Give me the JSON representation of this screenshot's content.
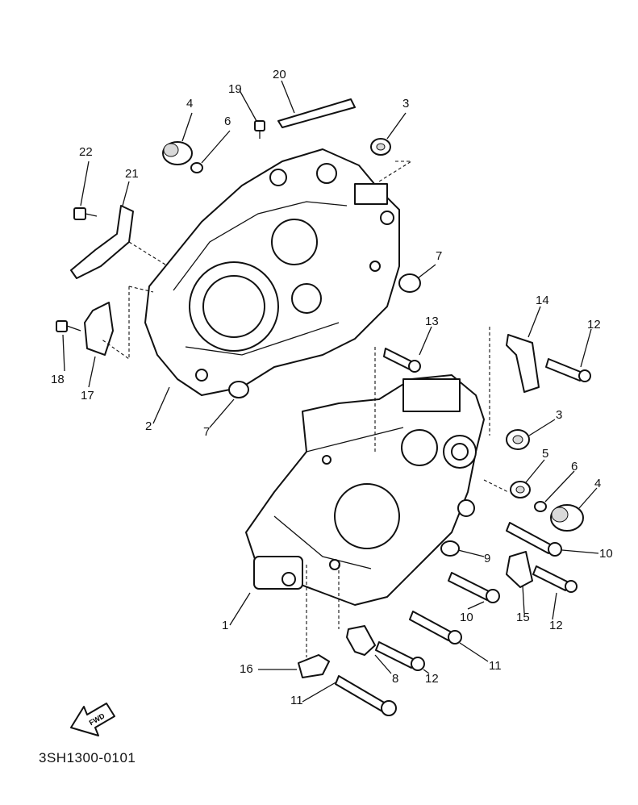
{
  "diagram": {
    "drawing_code": "3SH1300-0101",
    "fwd_label": "FWD",
    "callouts": [
      "1",
      "2",
      "3",
      "3",
      "4",
      "4",
      "5",
      "6",
      "6",
      "7",
      "7",
      "8",
      "9",
      "10",
      "10",
      "11",
      "11",
      "12",
      "12",
      "12",
      "13",
      "14",
      "15",
      "16",
      "17",
      "18",
      "19",
      "20",
      "21",
      "22"
    ]
  }
}
